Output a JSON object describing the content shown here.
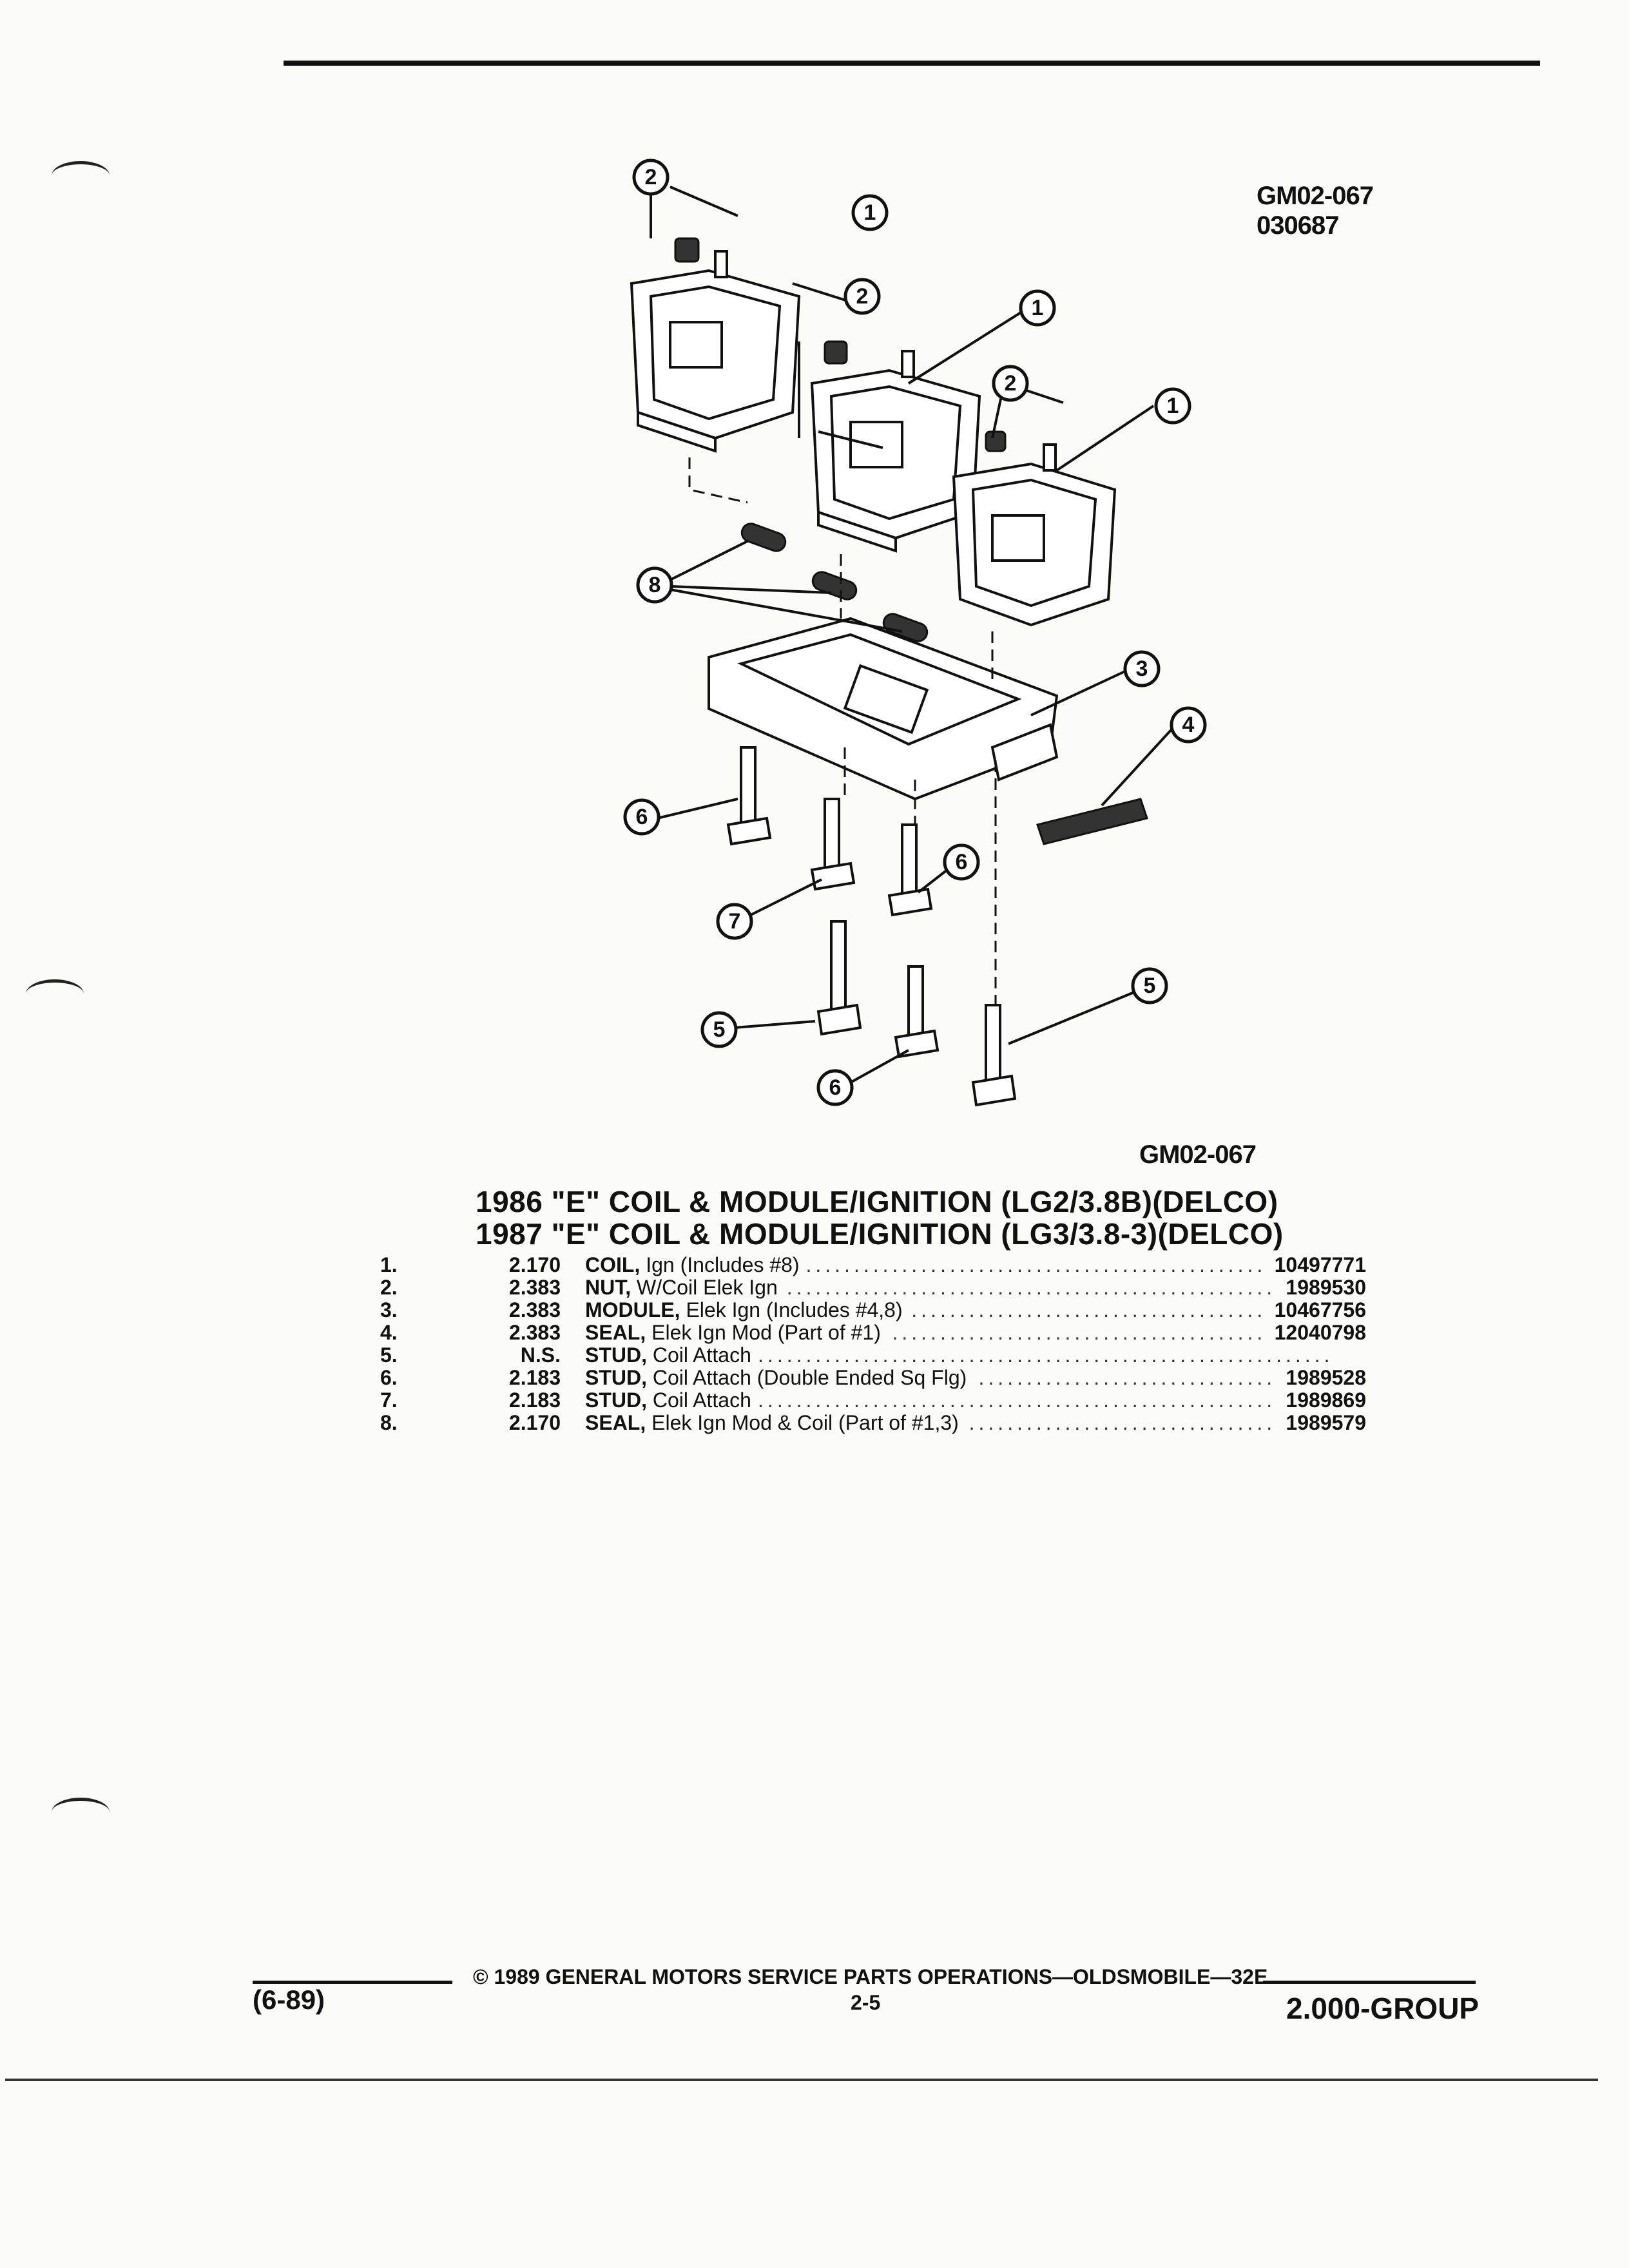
{
  "drawing": {
    "code_top": "GM02-067",
    "date_code": "030687",
    "code_bottom": "GM02-067",
    "callouts": [
      "1",
      "2",
      "3",
      "4",
      "5",
      "6",
      "7",
      "8"
    ]
  },
  "headings": [
    "1986 \"E\" COIL & MODULE/IGNITION (LG2/3.8B)(DELCO)",
    "1987 \"E\" COIL & MODULE/IGNITION (LG3/3.8-3)(DELCO)"
  ],
  "parts": [
    {
      "num": "1.",
      "group": "2.170",
      "name": "COIL,",
      "detail": "Ign (Includes #8)",
      "part_no": "10497771"
    },
    {
      "num": "2.",
      "group": "2.383",
      "name": "NUT,",
      "detail": "W/Coil Elek Ign",
      "part_no": "1989530"
    },
    {
      "num": "3.",
      "group": "2.383",
      "name": "MODULE,",
      "detail": "Elek Ign (Includes #4,8)",
      "part_no": "10467756"
    },
    {
      "num": "4.",
      "group": "2.383",
      "name": "SEAL,",
      "detail": "Elek Ign Mod (Part of #1)",
      "part_no": "12040798"
    },
    {
      "num": "5.",
      "group": "N.S.",
      "name": "STUD,",
      "detail": "Coil Attach",
      "part_no": ""
    },
    {
      "num": "6.",
      "group": "2.183",
      "name": "STUD,",
      "detail": "Coil Attach (Double Ended Sq Flg)",
      "part_no": "1989528"
    },
    {
      "num": "7.",
      "group": "2.183",
      "name": "STUD,",
      "detail": "Coil Attach",
      "part_no": "1989869"
    },
    {
      "num": "8.",
      "group": "2.170",
      "name": "SEAL,",
      "detail": "Elek Ign Mod & Coil (Part of #1,3)",
      "part_no": "1989579"
    }
  ],
  "footer": {
    "date": "(6-89)",
    "copyright": "© 1989 GENERAL MOTORS SERVICE PARTS OPERATIONS—OLDSMOBILE—32E",
    "page": "2-5",
    "group": "2.000-GROUP"
  }
}
